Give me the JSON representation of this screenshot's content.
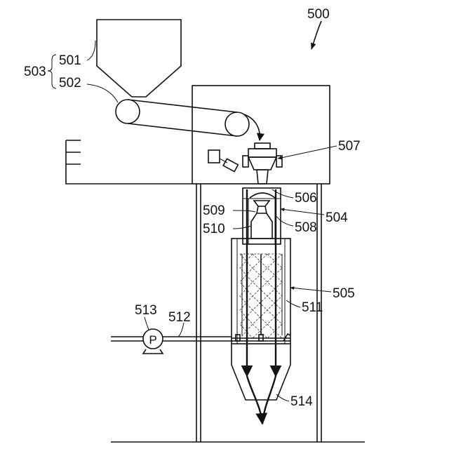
{
  "labels": {
    "l500": "500",
    "l501": "501",
    "l502": "502",
    "l503": "503",
    "l504": "504",
    "l505": "505",
    "l506": "506",
    "l507": "507",
    "l508": "508",
    "l509": "509",
    "l510": "510",
    "l511": "511",
    "l512": "512",
    "l513": "513",
    "l514": "514"
  },
  "pump": {
    "symbol": "P"
  },
  "colors": {
    "ink": "#111111",
    "background": "#ffffff"
  }
}
